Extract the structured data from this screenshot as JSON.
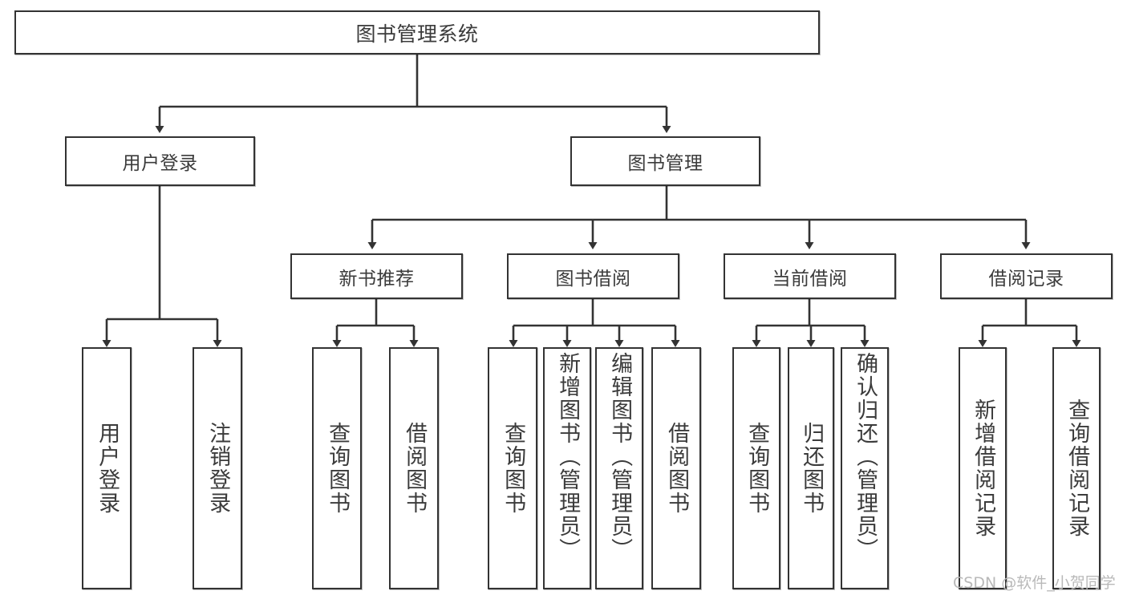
{
  "diagram": {
    "type": "tree-hierarchy",
    "title": "图书管理系统",
    "root": {
      "id": "root",
      "label": "图书管理系统"
    },
    "level2": [
      {
        "id": "user-login",
        "label": "用户登录"
      },
      {
        "id": "book-management",
        "label": "图书管理"
      }
    ],
    "level3": [
      {
        "id": "new-book-recommend",
        "label": "新书推荐",
        "parent": "book-management"
      },
      {
        "id": "book-borrow",
        "label": "图书借阅",
        "parent": "book-management"
      },
      {
        "id": "current-borrow",
        "label": "当前借阅",
        "parent": "book-management"
      },
      {
        "id": "borrow-record",
        "label": "借阅记录",
        "parent": "book-management"
      }
    ],
    "leaves": [
      {
        "id": "leaf-user-login",
        "label": "用户登录",
        "parent": "user-login"
      },
      {
        "id": "leaf-logout-login",
        "label": "注销登录",
        "parent": "user-login"
      },
      {
        "id": "leaf-query-book-1",
        "label": "查询图书",
        "parent": "new-book-recommend"
      },
      {
        "id": "leaf-borrow-book-1",
        "label": "借阅图书",
        "parent": "new-book-recommend"
      },
      {
        "id": "leaf-query-book-2",
        "label": "查询图书",
        "parent": "book-borrow"
      },
      {
        "id": "leaf-add-book-admin",
        "label": "新增图书（管理员）",
        "parent": "book-borrow"
      },
      {
        "id": "leaf-edit-book-admin",
        "label": "编辑图书（管理员）",
        "parent": "book-borrow"
      },
      {
        "id": "leaf-borrow-book-2",
        "label": "借阅图书",
        "parent": "book-borrow"
      },
      {
        "id": "leaf-query-book-3",
        "label": "查询图书",
        "parent": "current-borrow"
      },
      {
        "id": "leaf-return-book",
        "label": "归还图书",
        "parent": "current-borrow"
      },
      {
        "id": "leaf-confirm-return-admin",
        "label": "确认归还（管理员）",
        "parent": "current-borrow"
      },
      {
        "id": "leaf-add-borrow-record",
        "label": "新增借阅记录",
        "parent": "borrow-record"
      },
      {
        "id": "leaf-query-borrow-record",
        "label": "查询借阅记录",
        "parent": "borrow-record"
      }
    ]
  },
  "watermark": {
    "text": "CSDN @软件_小贺同学"
  },
  "colors": {
    "border": "#333333",
    "text": "#3b3b3b",
    "background": "#ffffff",
    "watermark": "#b9b9b9"
  }
}
